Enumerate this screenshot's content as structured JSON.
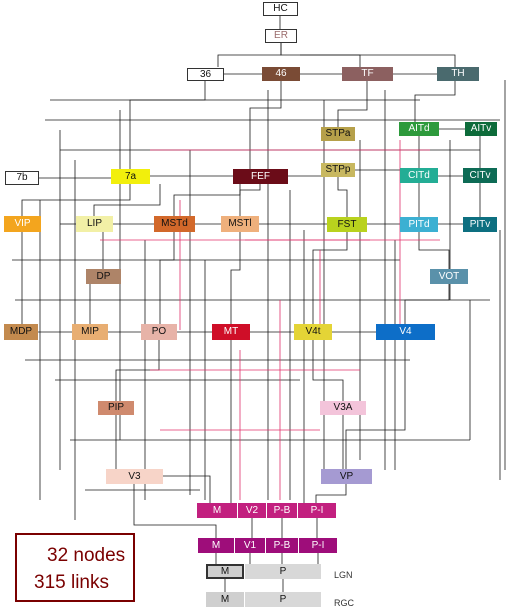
{
  "nodes": {
    "HC": {
      "label": "HC",
      "color": "#ffffff"
    },
    "ER": {
      "label": "ER",
      "color": "#ffffff"
    },
    "A36": {
      "label": "36",
      "color": "#ffffff"
    },
    "A46": {
      "label": "46",
      "color": "#7a4b35"
    },
    "TF": {
      "label": "TF",
      "color": "#8c6060"
    },
    "TH": {
      "label": "TH",
      "color": "#4a6a6e"
    },
    "STPa": {
      "label": "STPa",
      "color": "#b6a04a"
    },
    "AITd": {
      "label": "AITd",
      "color": "#2d9a3c"
    },
    "AITv": {
      "label": "AITv",
      "color": "#0d6b3a"
    },
    "A7b": {
      "label": "7b",
      "color": "#ffffff"
    },
    "A7a": {
      "label": "7a",
      "color": "#f2ef0c"
    },
    "FEF": {
      "label": "FEF",
      "color": "#6b0c18"
    },
    "STPp": {
      "label": "STPp",
      "color": "#c8b860"
    },
    "CITd": {
      "label": "CITd",
      "color": "#23ad95"
    },
    "CITv": {
      "label": "CITv",
      "color": "#0d6b55"
    },
    "VIP": {
      "label": "VIP",
      "color": "#f3a51e"
    },
    "LIP": {
      "label": "LIP",
      "color": "#f2f0a6"
    },
    "MSTd": {
      "label": "MSTd",
      "color": "#d2682a"
    },
    "MSTl": {
      "label": "MSTl",
      "color": "#efb07c"
    },
    "FST": {
      "label": "FST",
      "color": "#b9d21e"
    },
    "PITd": {
      "label": "PITd",
      "color": "#3cb0d2"
    },
    "PITv": {
      "label": "PITv",
      "color": "#0d6f80"
    },
    "DP": {
      "label": "DP",
      "color": "#ae8468"
    },
    "VOT": {
      "label": "VOT",
      "color": "#5a91aa"
    },
    "MDP": {
      "label": "MDP",
      "color": "#c38a4e"
    },
    "MIP": {
      "label": "MIP",
      "color": "#e8ae72"
    },
    "PO": {
      "label": "PO",
      "color": "#e7b3a8"
    },
    "MT": {
      "label": "MT",
      "color": "#cf0e28"
    },
    "V4t": {
      "label": "V4t",
      "color": "#e4d436"
    },
    "V4": {
      "label": "V4",
      "color": "#0d6ec8"
    },
    "PIP": {
      "label": "PIP",
      "color": "#cf8a6e"
    },
    "V3A": {
      "label": "V3A",
      "color": "#f3c4da"
    },
    "V3": {
      "label": "V3",
      "color": "#f7d4c8"
    },
    "VP": {
      "label": "VP",
      "color": "#a59ad2"
    },
    "V2_M": {
      "label": "M",
      "color": "#c2207f"
    },
    "V2": {
      "label": "V2",
      "color": "#c2207f"
    },
    "V2_PB": {
      "label": "P-B",
      "color": "#c2207f"
    },
    "V2_PI": {
      "label": "P-I",
      "color": "#c2207f"
    },
    "V1_M": {
      "label": "M",
      "color": "#9e0d7a"
    },
    "V1": {
      "label": "V1",
      "color": "#9e0d7a"
    },
    "V1_PB": {
      "label": "P-B",
      "color": "#9e0d7a"
    },
    "V1_PI": {
      "label": "P-I",
      "color": "#9e0d7a"
    },
    "LGN_M": {
      "label": "M",
      "color": "#cfcfcf"
    },
    "LGN_P": {
      "label": "P",
      "color": "#d8d8d8"
    },
    "RGC_M": {
      "label": "M",
      "color": "#cfcfcf"
    },
    "RGC_P": {
      "label": "P",
      "color": "#d8d8d8"
    }
  },
  "labels": {
    "lgn": "LGN",
    "rgc": "RGC"
  },
  "stats": {
    "nodes": "32 nodes",
    "links": "315 links"
  },
  "colors": {
    "wire": "#1a1a1a",
    "highlight_wire": "#e0306a",
    "stats_border": "#7a0000"
  }
}
